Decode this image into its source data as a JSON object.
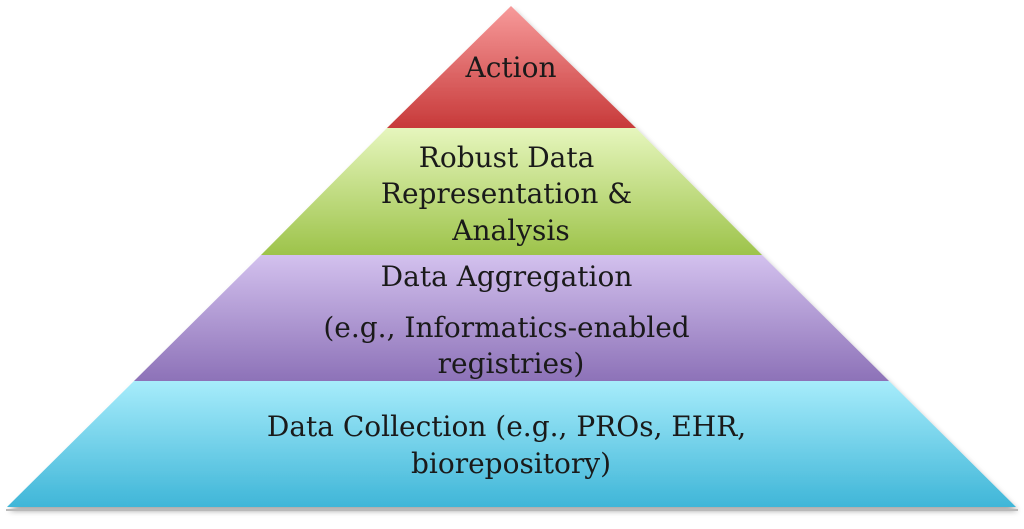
{
  "pyramid": {
    "tiers": [
      {
        "id": "action",
        "lines": [
          "Action"
        ],
        "color_top": "#f79a9a",
        "color_bottom": "#c73a3a"
      },
      {
        "id": "analysis",
        "lines": [
          "Robust Data",
          "Representation &",
          "Analysis"
        ],
        "color_top": "#e6f6bd",
        "color_bottom": "#9dc34a"
      },
      {
        "id": "aggregation",
        "lines": [
          "Data Aggregation",
          "",
          "(e.g., Informatics-enabled",
          "registries)"
        ],
        "color_top": "#d3c1ee",
        "color_bottom": "#8d72b8"
      },
      {
        "id": "collection",
        "lines": [
          "Data Collection (e.g., PROs, EHR,",
          "biorepository)"
        ],
        "color_top": "#a7ecfb",
        "color_bottom": "#3fb6d8"
      }
    ]
  }
}
